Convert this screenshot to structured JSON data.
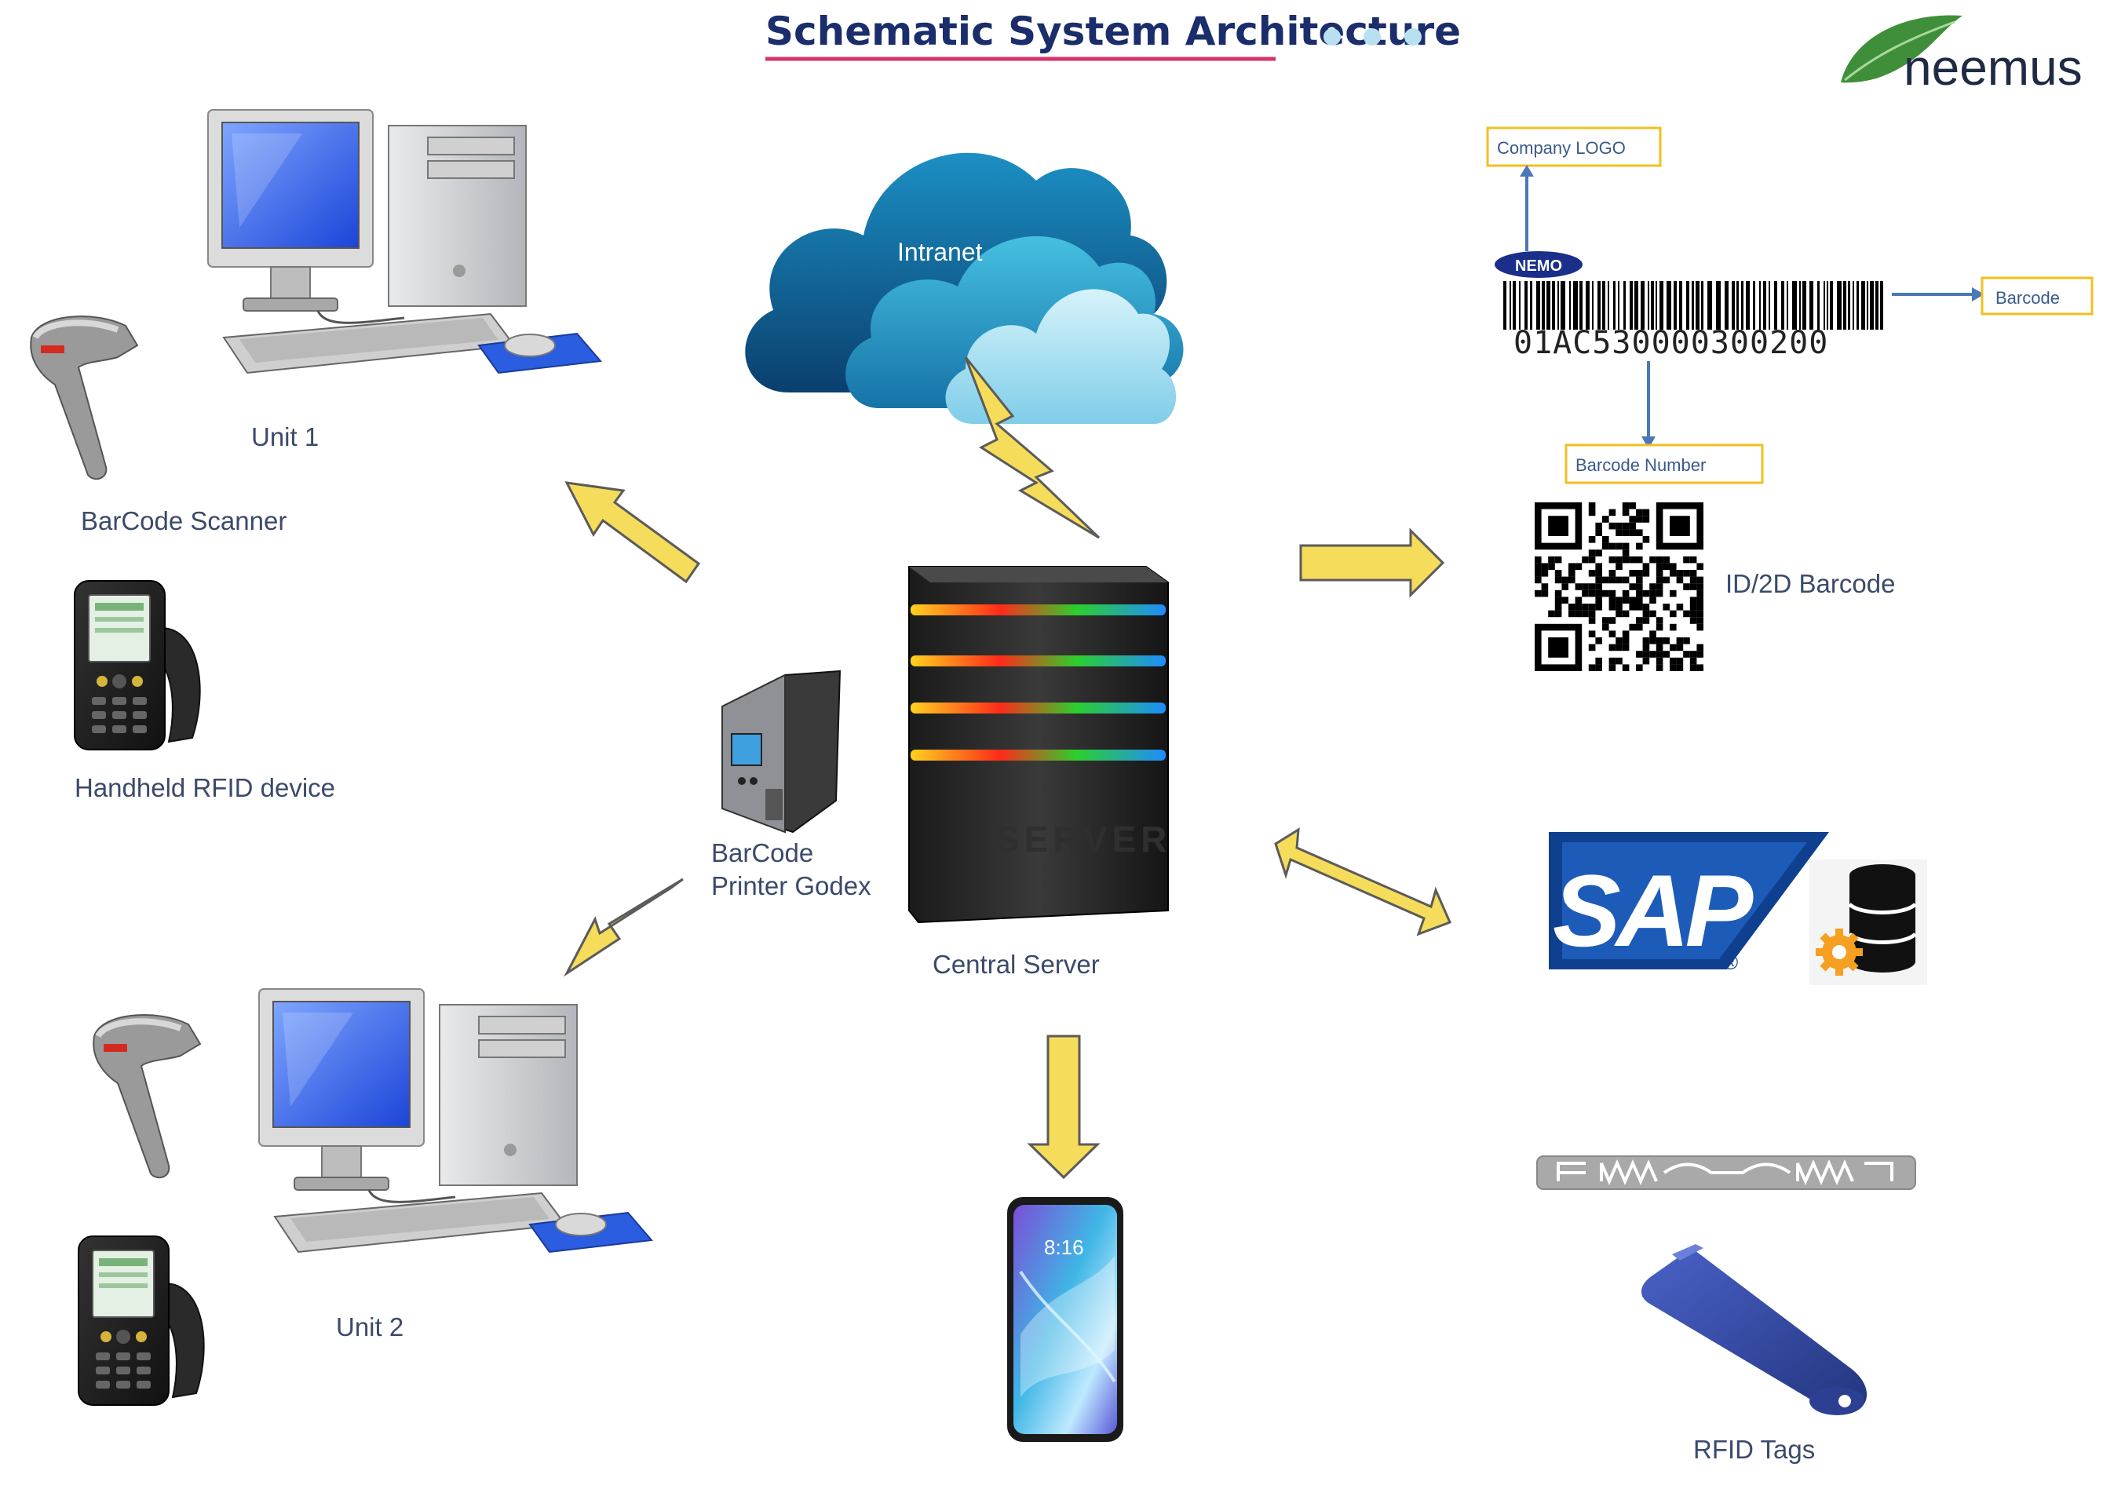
{
  "title": "Schematic System Architecture",
  "logo": {
    "text": "neemus",
    "leaf_color": "#3f8f3a"
  },
  "cloud_label": "Intranet",
  "units": {
    "unit1": "Unit 1",
    "unit2": "Unit 2"
  },
  "devices": {
    "barcode_scanner": "BarCode Scanner",
    "handheld_rfid": "Handheld RFID device",
    "printer_line1": "BarCode",
    "printer_line2": "Printer Godex"
  },
  "server": {
    "label": "Central Server",
    "case_text": "SERVER"
  },
  "barcode_sample": {
    "company_logo_label": "Company LOGO",
    "barcode_label": "Barcode",
    "barcode_number_label": "Barcode Number",
    "number": "01AC530000300200",
    "logo_text": "NEMO"
  },
  "qr_label": "ID/2D Barcode",
  "sap": {
    "text": "SAP",
    "registered": "®"
  },
  "phone_time": "8:16",
  "rfid_tags_label": "RFID Tags",
  "colors": {
    "arrow_fill": "#f5dc5a",
    "arrow_stroke": "#5b5b5b",
    "title_underline": "#d6336c",
    "dots": "#b8e0f0",
    "sap_blue": "#0f3f8f",
    "label_box": "#f0c020"
  }
}
